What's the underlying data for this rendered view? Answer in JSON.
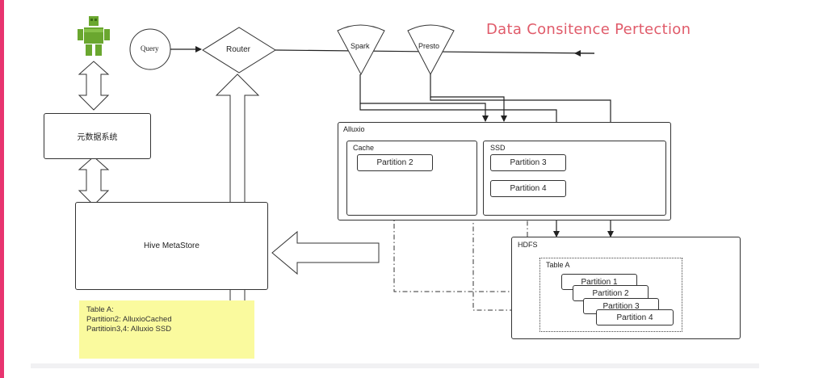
{
  "title": "Data Consitence Pertection",
  "nodes": {
    "query": "Query",
    "router": "Router",
    "spark": "Spark",
    "presto": "Presto",
    "metadata_system": "元数据系统",
    "hive_metastore": "Hive MetaStore",
    "alluxio": "Alluxio",
    "cache": "Cache",
    "ssd": "SSD",
    "cache_partition": "Partition 2",
    "ssd_partition_a": "Partition 3",
    "ssd_partition_b": "Partition 4",
    "hdfs": "HDFS",
    "table_a": "Table A",
    "hdfs_partitions": [
      "Partition 1",
      "Partition 2",
      "Partition 3",
      "Partition 4"
    ]
  },
  "note": {
    "lines": [
      "Table A:",
      "Partition2:  AlluxioCached",
      "Partitioin3,4:  Alluxio SSD"
    ]
  },
  "colors": {
    "title": "#e05b6a",
    "note_background": "#fafa9e",
    "user_icon": "#6aa72f",
    "accent_bar": "#e8336f"
  },
  "icons": {
    "user": "user-figure-icon"
  }
}
